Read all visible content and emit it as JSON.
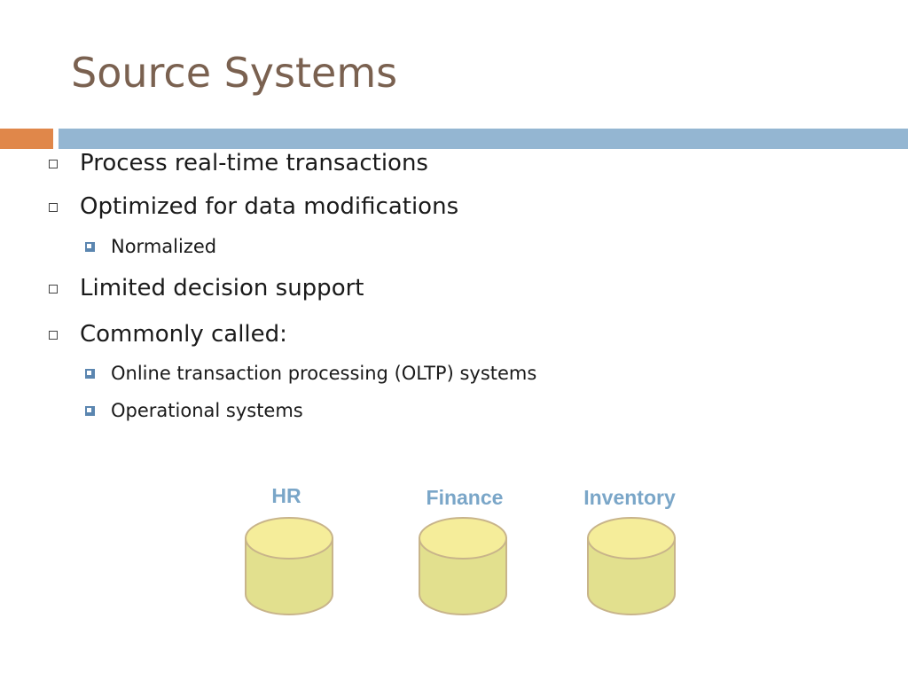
{
  "title": "Source Systems",
  "colors": {
    "title": "#7a6150",
    "accent_bar": "#e0874a",
    "main_bar": "#94b6d2",
    "db_label": "#7aa6c8",
    "db_fill": "#e2e08e",
    "db_top": "#f5ed9a",
    "db_stroke": "#c8b48a",
    "sub_marker": "#5b86b0"
  },
  "bullets": [
    {
      "text": "Process real-time transactions",
      "sub": []
    },
    {
      "text": "Optimized for data modifications",
      "sub": [
        "Normalized"
      ]
    },
    {
      "text": "Limited decision support",
      "sub": []
    },
    {
      "text": "Commonly called:",
      "sub": [
        "Online transaction processing (OLTP) systems",
        "Operational systems"
      ]
    }
  ],
  "databases": [
    {
      "label": "HR",
      "icon": "database-icon"
    },
    {
      "label": "Finance",
      "icon": "database-icon"
    },
    {
      "label": "Inventory",
      "icon": "database-icon"
    }
  ]
}
